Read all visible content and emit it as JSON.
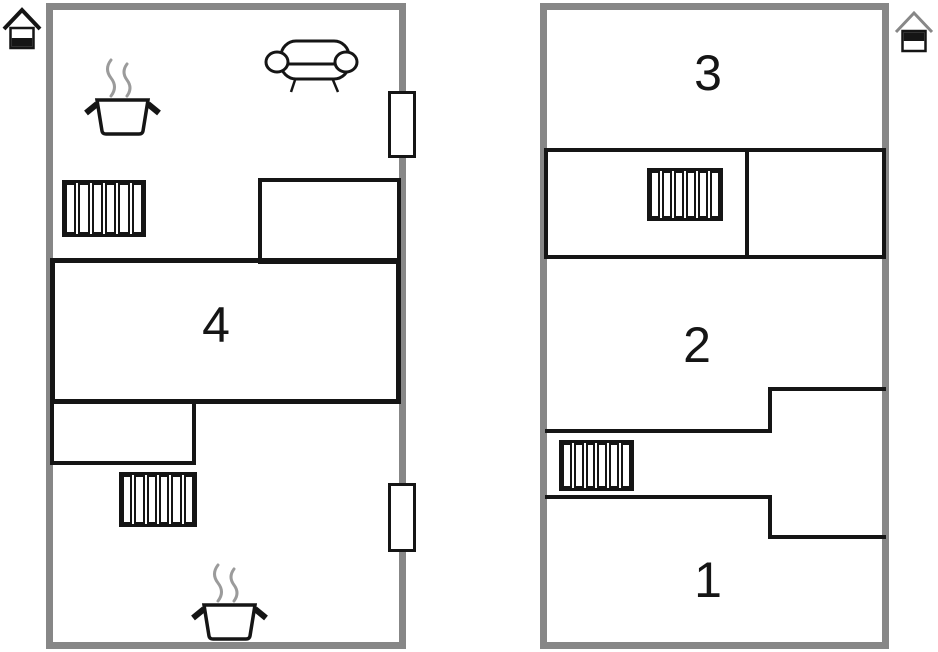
{
  "diagram": {
    "type": "floor-plan",
    "floors": [
      {
        "id": "ground-floor",
        "indicator_icon": "house-ground-floor-icon",
        "rooms": [
          {
            "label": "4"
          }
        ],
        "fixtures": [
          "sofa",
          "cooker",
          "cooker",
          "radiator",
          "radiator",
          "window",
          "window"
        ]
      },
      {
        "id": "upper-floor",
        "indicator_icon": "house-upper-floor-icon",
        "rooms": [
          {
            "label": "3"
          },
          {
            "label": "2"
          },
          {
            "label": "1"
          }
        ],
        "fixtures": [
          "radiator",
          "radiator"
        ]
      }
    ]
  },
  "colors": {
    "wall": "#878787",
    "line": "#151515",
    "steam": "#9b9b9b",
    "background": "#ffffff"
  }
}
